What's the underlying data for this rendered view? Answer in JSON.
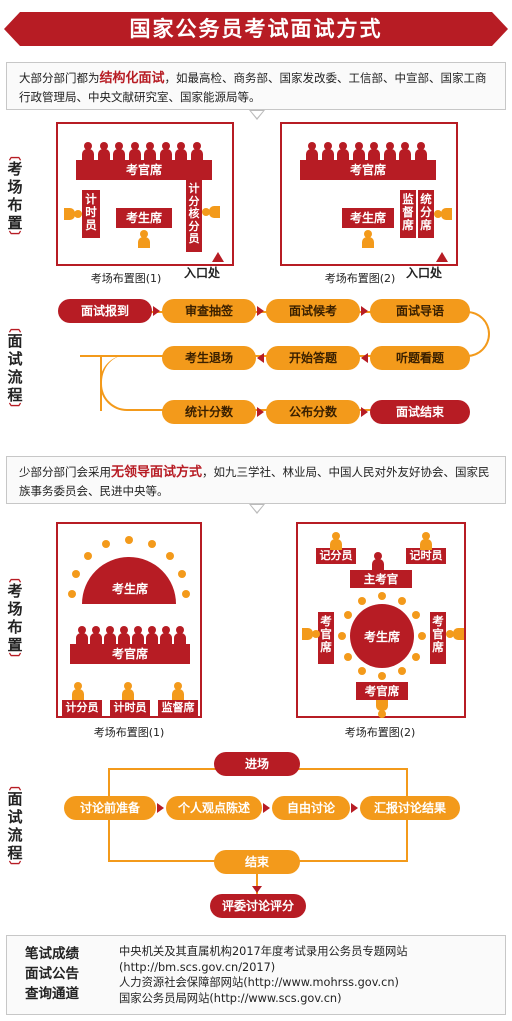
{
  "title": "国家公务员考试面试方式",
  "structured": {
    "intro_pre": "大部分部门都为",
    "intro_highlight": "结构化面试",
    "intro_post": "，如最高检、商务部、国家发改委、工信部、中宣部、国家工商行政管理局、中央文献研究室、国家能源局等。",
    "side_layout": "考场布置",
    "side_flow": "面试流程",
    "room1": {
      "examiner_desk": "考官席",
      "timer": "计时员",
      "candidate": "考生席",
      "scorer": "计分核分员",
      "door": "入口处",
      "caption": "考场布置图(1)"
    },
    "room2": {
      "examiner_desk": "考官席",
      "candidate": "考生席",
      "supervisor": "监督席",
      "statistics": "统分席",
      "door": "入口处",
      "caption": "考场布置图(2)"
    },
    "flow": {
      "row1": [
        "面试报到",
        "审查抽签",
        "面试候考",
        "面试导语"
      ],
      "row2": [
        "考生退场",
        "开始答题",
        "听题看题"
      ],
      "row3": [
        "统计分数",
        "公布分数",
        "面试结束"
      ]
    }
  },
  "leaderless": {
    "intro_pre": "少部分部门会采用",
    "intro_highlight": "无领导面试方式",
    "intro_post": "，如九三学社、林业局、中国人民对外友好协会、国家民族事务委员会、民进中央等。",
    "side_layout": "考场布置",
    "side_flow": "面试流程",
    "room1": {
      "candidate": "考生席",
      "examiner_desk": "考官席",
      "scorer": "计分员",
      "timer": "计时员",
      "supervisor": "监督席",
      "caption": "考场布置图(1)"
    },
    "room2": {
      "scorer": "记分员",
      "timer": "记时员",
      "chief": "主考官",
      "candidate": "考生席",
      "left_examiner": "考官席",
      "right_examiner": "考官席",
      "bottom_examiner": "考官席",
      "caption": "考场布置图(2)"
    },
    "flow": {
      "start": "进场",
      "steps": [
        "讨论前准备",
        "个人观点陈述",
        "自由讨论",
        "汇报讨论结果"
      ],
      "end": "结束",
      "final": "评委讨论评分"
    }
  },
  "footer": {
    "title": [
      "笔试成绩",
      "面试公告",
      "查询通道"
    ],
    "lines": [
      "中央机关及其直属机构2017年度考试录用公务员专题网站",
      "(http://bm.scs.gov.cn/2017)",
      "人力资源社会保障部网站(http://www.mohrss.gov.cn)",
      "国家公务员局网站(http://www.scs.gov.cn)"
    ]
  },
  "colors": {
    "primary_red": "#b71c24",
    "accent_orange": "#f39a1b"
  }
}
